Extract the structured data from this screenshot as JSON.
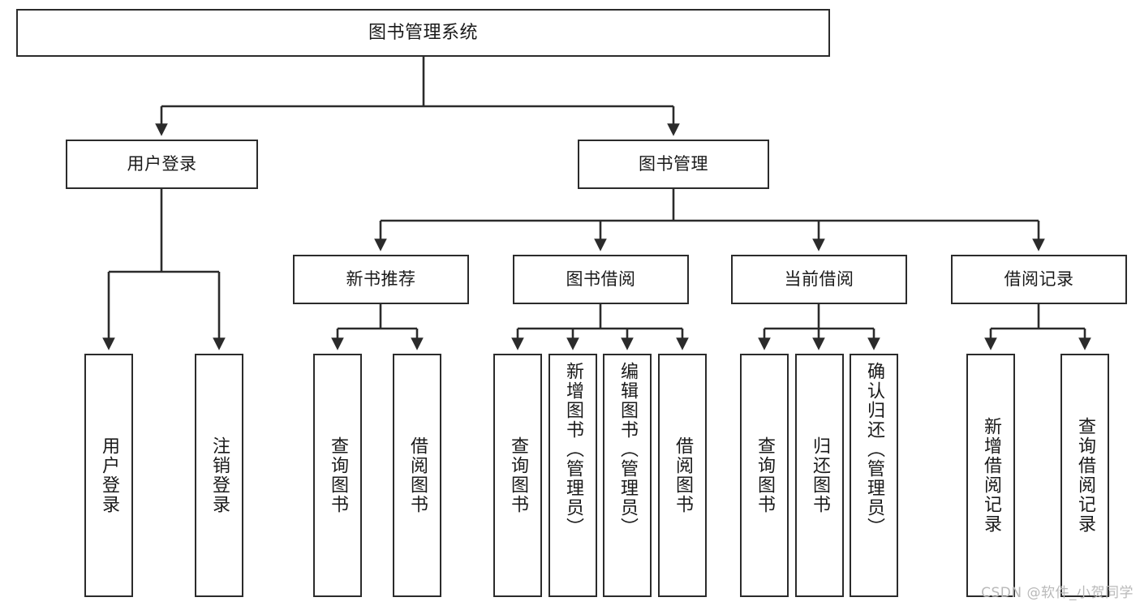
{
  "diagram": {
    "title": "图书管理系统",
    "type": "tree",
    "watermark": "CSDN @软件_小贺同学",
    "colors": {
      "stroke": "#2b2b2b",
      "fill": "#ffffff",
      "text": "#1a1a1a",
      "watermark": "#b9b9b9"
    },
    "root": {
      "label": "图书管理系统"
    },
    "level2": [
      {
        "label": "用户登录"
      },
      {
        "label": "图书管理"
      }
    ],
    "level3": [
      {
        "label": "新书推荐"
      },
      {
        "label": "图书借阅"
      },
      {
        "label": "当前借阅"
      },
      {
        "label": "借阅记录"
      }
    ],
    "leaves": {
      "user_login": [
        {
          "label": "用户登录"
        },
        {
          "label": "注销登录"
        }
      ],
      "new_book": [
        {
          "label": "查询图书"
        },
        {
          "label": "借阅图书"
        }
      ],
      "book_borrow": [
        {
          "label": "查询图书"
        },
        {
          "label": "新增图书（管理员）"
        },
        {
          "label": "编辑图书（管理员）"
        },
        {
          "label": "借阅图书"
        }
      ],
      "current_borrow": [
        {
          "label": "查询图书"
        },
        {
          "label": "归还图书"
        },
        {
          "label": "确认归还（管理员）"
        }
      ],
      "borrow_record": [
        {
          "label": "新增借阅记录"
        },
        {
          "label": "查询借阅记录"
        }
      ]
    }
  }
}
